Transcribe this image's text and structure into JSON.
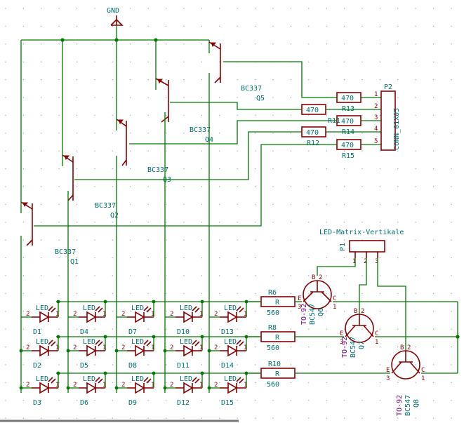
{
  "gnd_label": "GND",
  "transistors_top": [
    {
      "ref": "Q1",
      "value": "BC337"
    },
    {
      "ref": "Q2",
      "value": "BC337"
    },
    {
      "ref": "Q3",
      "value": "BC337"
    },
    {
      "ref": "Q4",
      "value": "BC337"
    },
    {
      "ref": "Q5",
      "value": "BC337"
    }
  ],
  "resistors_top": [
    {
      "ref": "R13",
      "value": "470"
    },
    {
      "ref": "R11",
      "value": "470"
    },
    {
      "ref": "R14",
      "value": "470"
    },
    {
      "ref": "R12",
      "value": "470"
    },
    {
      "ref": "R15",
      "value": "470"
    }
  ],
  "connector_p2": {
    "ref": "P2",
    "value": "CONN_01X05",
    "pins": [
      "1",
      "2",
      "3",
      "4",
      "5"
    ]
  },
  "connector_p1": {
    "ref": "P1",
    "value": "LED-Matrix-Vertikale",
    "pins": [
      "1",
      "2",
      "3"
    ]
  },
  "leds": {
    "value": "LED",
    "pin_a": "2",
    "pin_k": "1",
    "refs": [
      "D1",
      "D2",
      "D3",
      "D4",
      "D5",
      "D6",
      "D7",
      "D8",
      "D9",
      "D10",
      "D11",
      "D12",
      "D13",
      "D14",
      "D15"
    ]
  },
  "resistors_row": [
    {
      "ref": "R6",
      "value": "560",
      "body": "R"
    },
    {
      "ref": "R8",
      "value": "560",
      "body": "R"
    },
    {
      "ref": "R10",
      "value": "560",
      "body": "R"
    }
  ],
  "transistors_right": [
    {
      "ref": "Q6",
      "value": "BC547",
      "package": "TO-92"
    },
    {
      "ref": "Q7",
      "value": "BC547",
      "package": "TO-92"
    },
    {
      "ref": "Q8",
      "value": "BC547",
      "package": "TO-92"
    }
  ],
  "bjt_pins": {
    "e": "E",
    "b": "B",
    "c": "C",
    "n1": "1",
    "n2": "2",
    "n3": "3"
  }
}
